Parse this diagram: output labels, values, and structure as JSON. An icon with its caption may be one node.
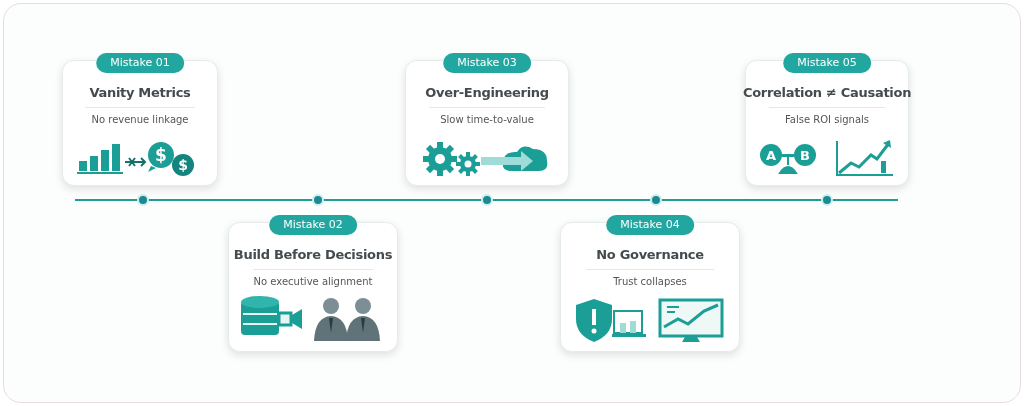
{
  "diagram": {
    "nodes": [
      {
        "text": [
          "Mistake 01",
          "Vanity Metrics",
          "No revenue linkage"
        ]
      },
      {
        "text": [
          "Mistake 02",
          "Build Before Decisions",
          "No executive alignment"
        ]
      },
      {
        "text": [
          "Mistake 03",
          "Over-Engineering",
          "Slow time-to-value"
        ]
      },
      {
        "text": [
          "Mistake 04",
          "No Governance",
          "Trust collapses"
        ]
      },
      {
        "text": [
          "Mistake 05",
          "Correlation ≠ Causation",
          "False ROI signals"
        ]
      }
    ],
    "labels": [
      "$",
      "$",
      "A",
      "B"
    ]
  }
}
